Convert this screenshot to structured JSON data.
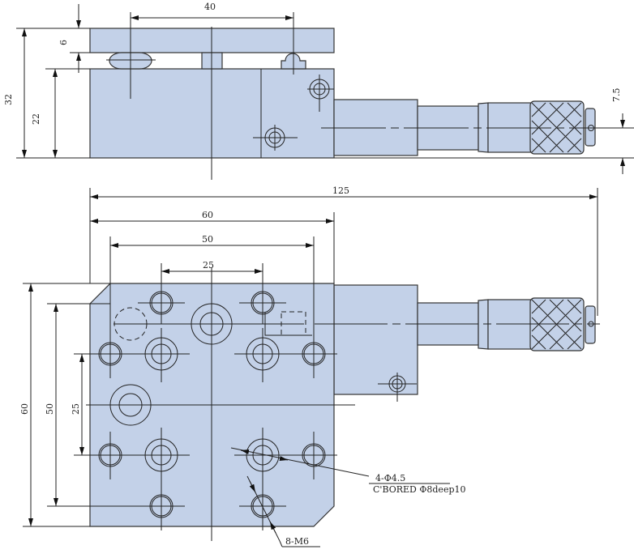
{
  "drawing": {
    "top_view": {
      "dimensions": {
        "width_40": "40",
        "gap_6": "6",
        "height_32": "32",
        "height_22": "22",
        "offset_7_5": "7.5"
      }
    },
    "plan_view": {
      "dimensions": {
        "overall_125": "125",
        "width_60": "60",
        "pitch_50": "50",
        "pitch_25": "25",
        "height_60": "60",
        "vpitch_50": "50",
        "vpitch_25": "25"
      },
      "callouts": {
        "hole_spec": "4-Φ4.5",
        "counterbore_spec": "C'BORED Φ8deep10",
        "thread_spec": "8-M6"
      }
    },
    "colors": {
      "body_fill": "#c3d1e8",
      "line": "#222222"
    }
  }
}
